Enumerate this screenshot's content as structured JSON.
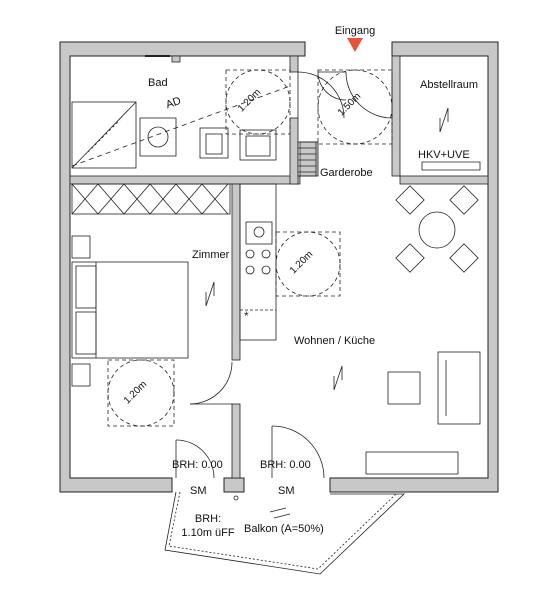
{
  "plan": {
    "entrance_label": "Eingang",
    "entrance_marker_color": "#e8523a",
    "wall_color": "#c8c8c8",
    "rooms": {
      "bath": "Bad",
      "bath_vent": "AD",
      "storage": "Abstellraum",
      "storage_meter": "HKV+UVE",
      "wardrobe": "Garderobe",
      "bedroom": "Zimmer",
      "living": "Wohnen / Küche",
      "balcony": "Balkon (A=50%)"
    },
    "turning_circles": [
      "1.20m",
      "1.50m",
      "1.20m",
      "1.20m"
    ],
    "sill_heights": {
      "left_door": "BRH: 0.00",
      "right_door": "BRH: 0.00",
      "balcony_line1": "BRH:",
      "balcony_line2": "1.10m üFF"
    },
    "door_thresholds": [
      "SM",
      "SM"
    ]
  }
}
